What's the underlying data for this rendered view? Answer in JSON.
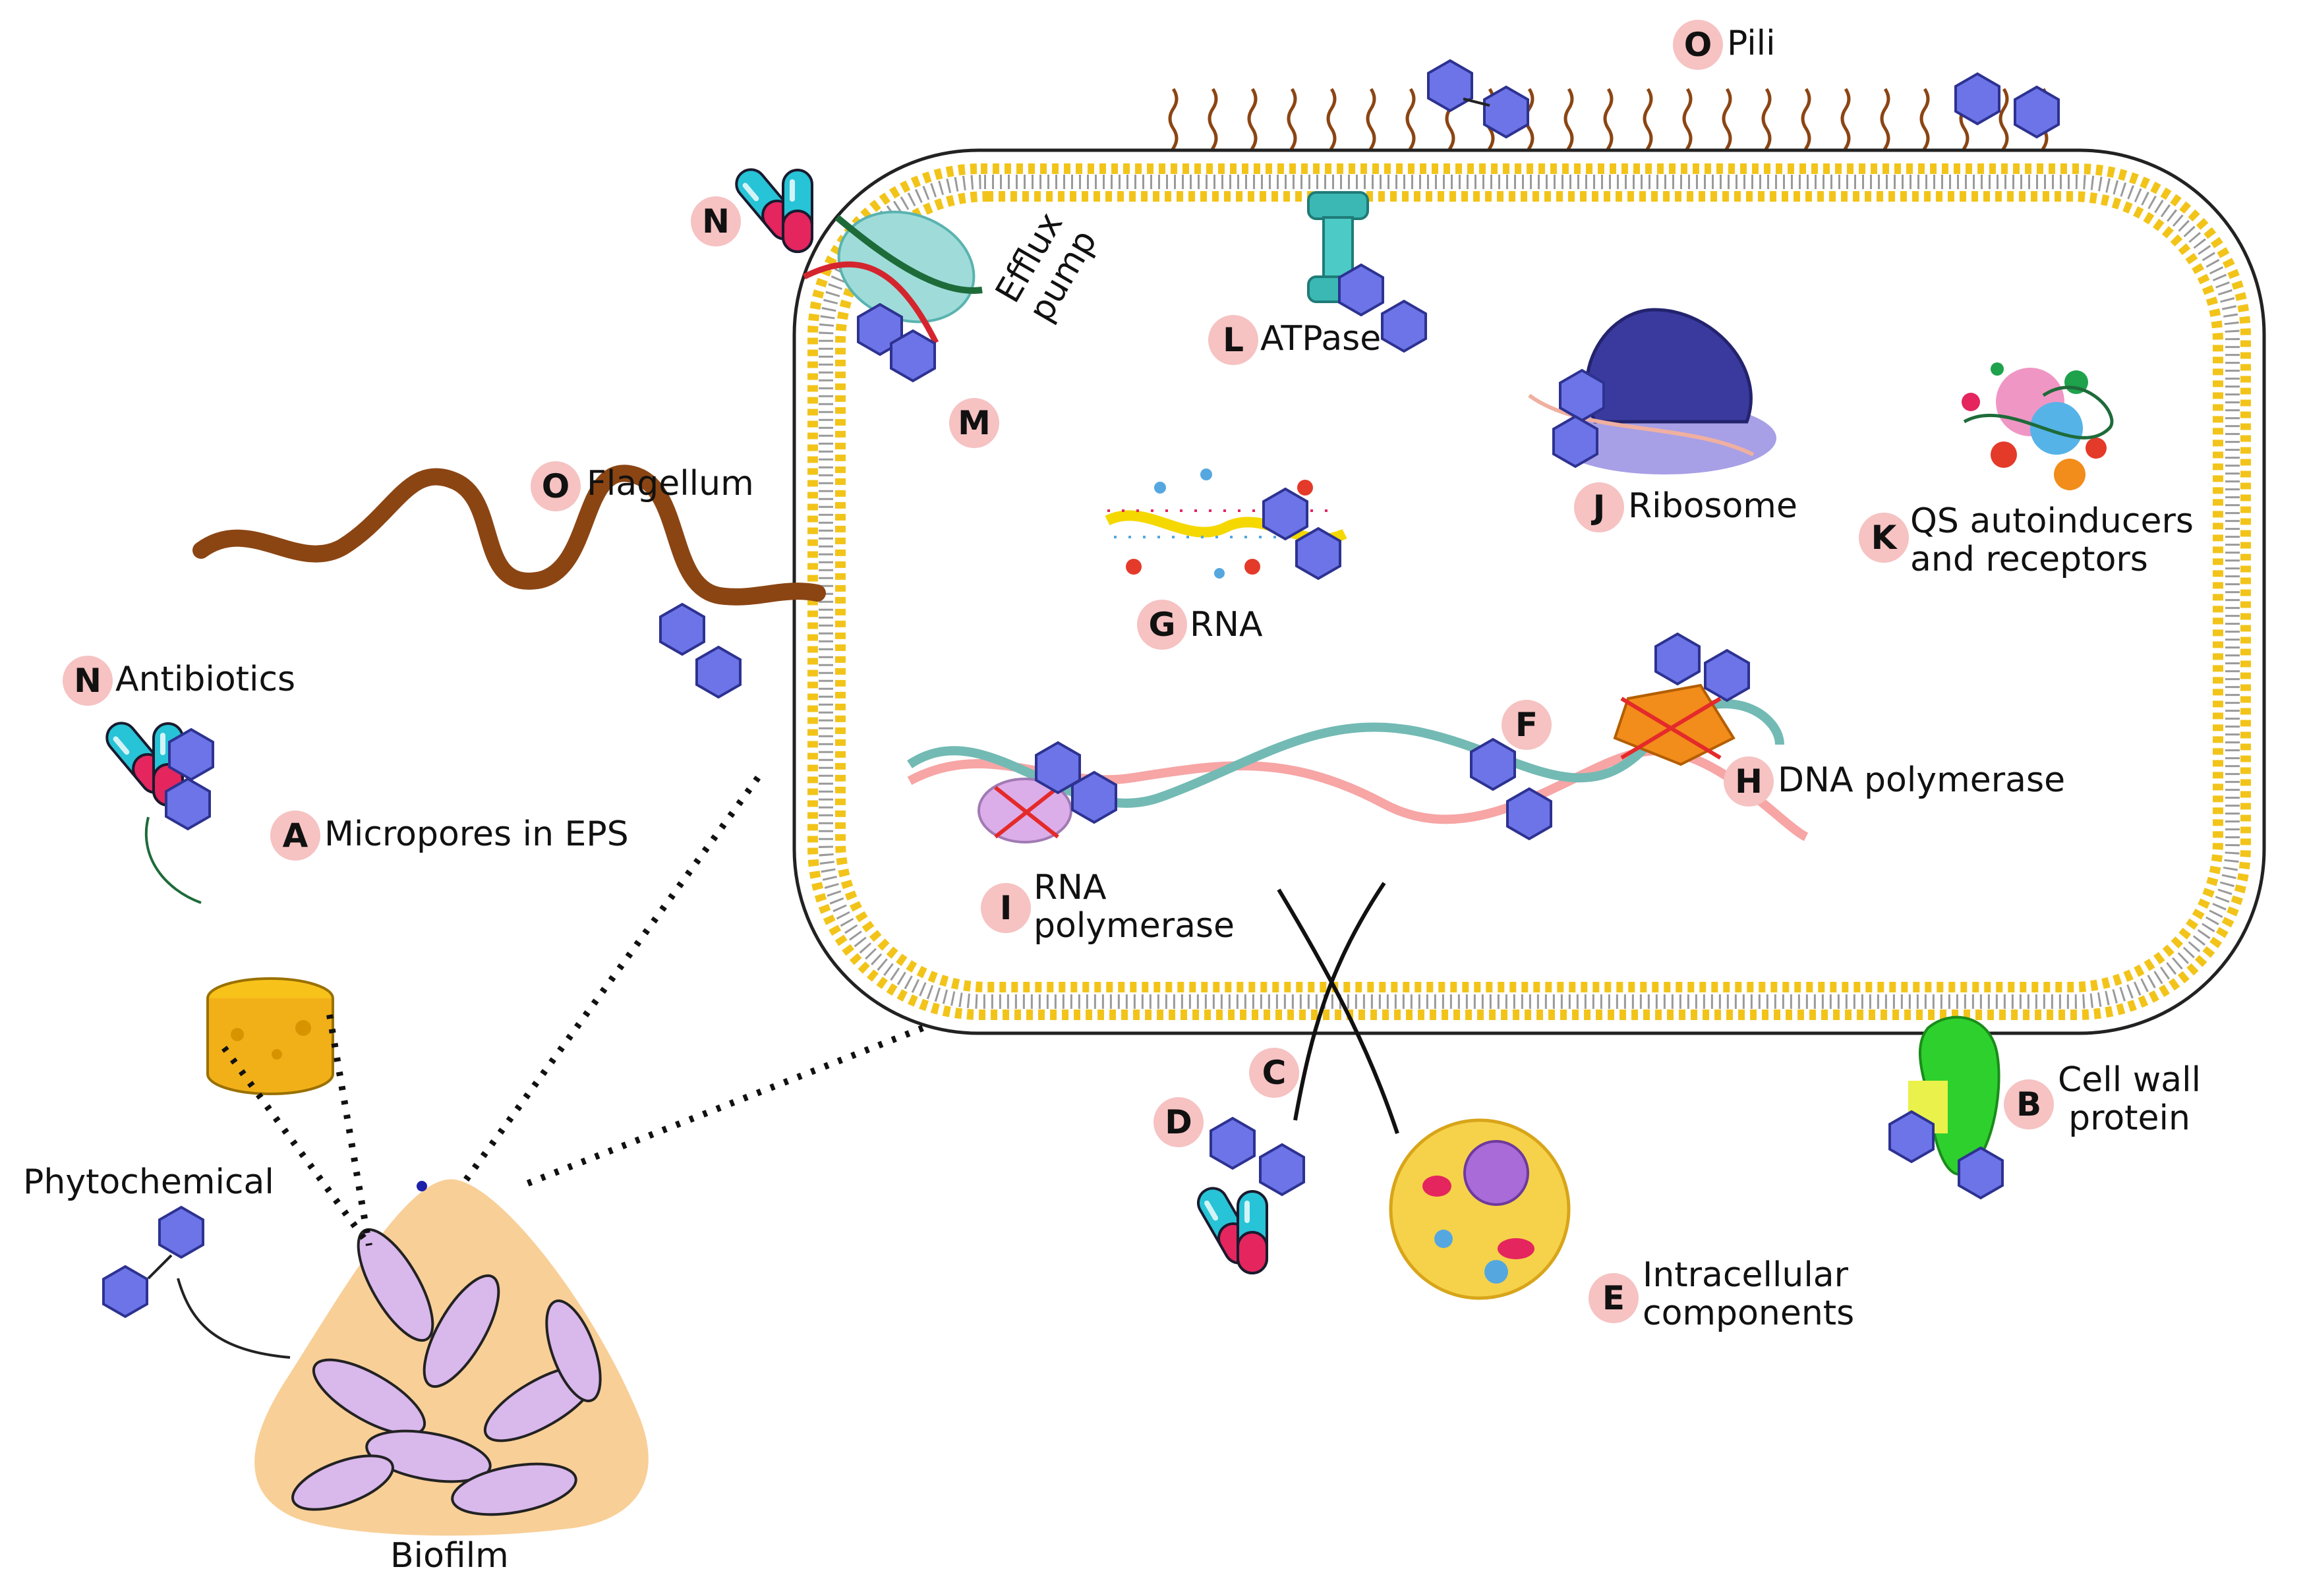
{
  "colors": {
    "membrane_yellow": "#f2c41a",
    "membrane_tail": "#9a9a9a",
    "phytochemical_blue": "#6c74e8",
    "flagellum_brown": "#8b4513",
    "biofilm_bg": "#f8cf97",
    "biofilm_cell": "#d9b8ec",
    "capsule_red": "#e4255e",
    "capsule_cyan": "#27c3d7"
  },
  "labels": {
    "pili": "Pili",
    "flagellum": "Flagellum",
    "antibiotics": "Antibiotics",
    "micropores": "Micropores in EPS",
    "phytochemical": "Phytochemical",
    "biofilm": "Biofilm",
    "efflux_line1": "Efflux",
    "efflux_line2": "pump",
    "atpase": "ATPase",
    "ribosome": "Ribosome",
    "qs_line1": "QS  autoinducers",
    "qs_line2": "and receptors",
    "rna": "RNA",
    "dna_polymerase": "DNA polymerase",
    "rna_pol_line1": "RNA",
    "rna_pol_line2": "polymerase",
    "cell_wall_line1": "Cell wall",
    "cell_wall_line2": "protein",
    "intracellular_line1": "Intracellular",
    "intracellular_line2": "components"
  },
  "badges": {
    "pili": "O",
    "flagellum": "O",
    "efflux_top": "N",
    "antibiotics": "N",
    "micropores": "A",
    "efflux": "M",
    "atpase": "L",
    "ribosome": "J",
    "qs": "K",
    "rna": "G",
    "dna_pol": "H",
    "f": "F",
    "rna_pol": "I",
    "c": "C",
    "d": "D",
    "cell_wall": "B",
    "intracellular": "E"
  }
}
